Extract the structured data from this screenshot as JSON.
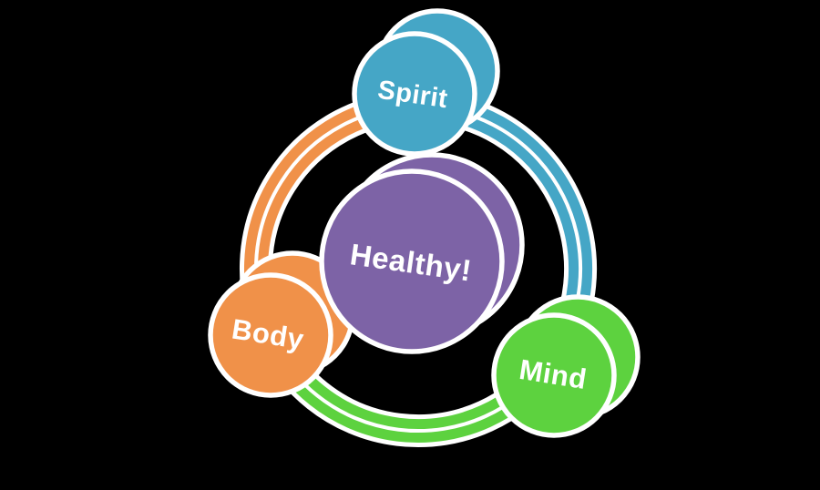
{
  "diagram": {
    "center": {
      "id": "healthy",
      "label": "Healthy!"
    },
    "nodes": [
      {
        "id": "spirit",
        "label": "Spirit",
        "position": "top"
      },
      {
        "id": "mind",
        "label": "Mind",
        "position": "bottom-right"
      },
      {
        "id": "body",
        "label": "Body",
        "position": "bottom-left"
      }
    ],
    "connectors": [
      {
        "id": "spirit-to-mind",
        "color_of": "spirit"
      },
      {
        "id": "mind-to-body",
        "color_of": "mind"
      },
      {
        "id": "body-to-spirit",
        "color_of": "body"
      }
    ]
  },
  "colors": {
    "background": "#000000",
    "outline": "#ffffff",
    "label_text": "#ffffff",
    "spirit": "#45a6c6",
    "body": "#f09149",
    "mind": "#5dd23f",
    "center": "#7d63a6"
  }
}
